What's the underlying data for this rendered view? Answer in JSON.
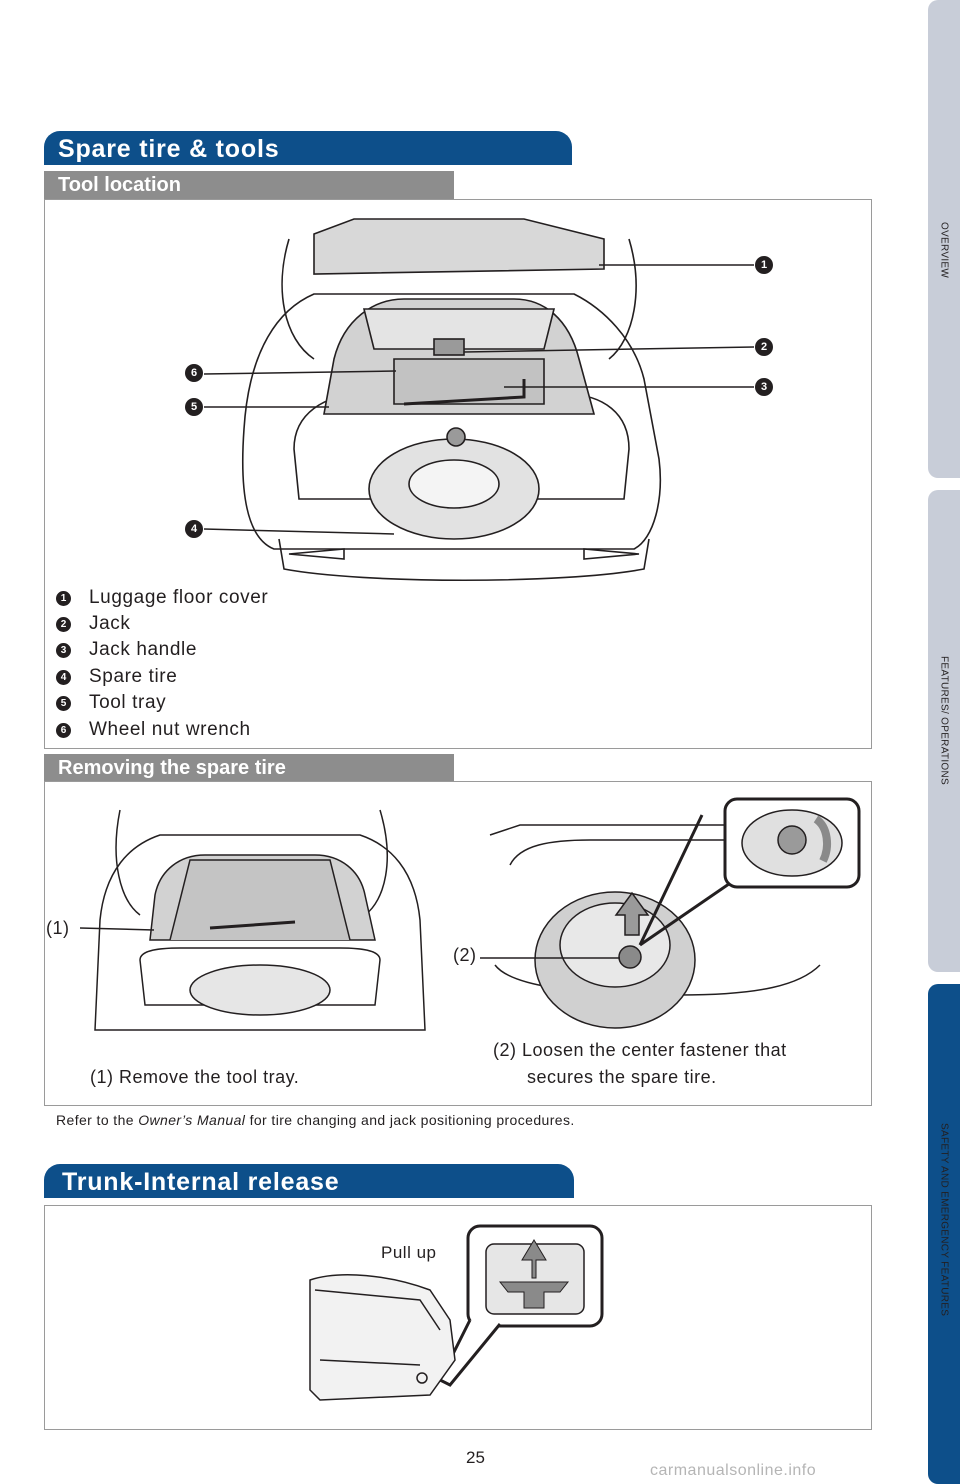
{
  "sidebar": {
    "tabs": [
      {
        "label": "OVERVIEW",
        "color": "#c8cdd8"
      },
      {
        "label": "FEATURES/ OPERATIONS",
        "color": "#c8cdd8"
      },
      {
        "label": "SAFETY AND EMERGENCY FEATURES",
        "color": "#0d4f8a"
      }
    ]
  },
  "spare_section": {
    "title": "Spare tire & tools",
    "tool_location": {
      "heading": "Tool location",
      "legend": [
        {
          "num": "1",
          "label": "Luggage floor cover"
        },
        {
          "num": "2",
          "label": "Jack"
        },
        {
          "num": "3",
          "label": "Jack handle"
        },
        {
          "num": "4",
          "label": "Spare tire"
        },
        {
          "num": "5",
          "label": "Tool tray"
        },
        {
          "num": "6",
          "label": "Wheel nut wrench"
        }
      ]
    },
    "removing": {
      "heading": "Removing the spare tire",
      "step1_marker": "(1)",
      "step2_marker": "(2)",
      "step1_caption": "(1) Remove the tool tray.",
      "step2_caption_line1": "(2) Loosen the center fastener that",
      "step2_caption_line2": "secures the spare tire."
    },
    "note_prefix": "Refer to the ",
    "note_manual": "Owner’s Manual",
    "note_suffix": " for tire changing and jack positioning procedures."
  },
  "trunk_section": {
    "title": "Trunk-Internal release",
    "pull_up": "Pull up"
  },
  "page_number": "25",
  "watermark": "carmanualsonline.info",
  "colors": {
    "brand_blue": "#0d4f8a",
    "sub_gray": "#8d8d8d"
  }
}
